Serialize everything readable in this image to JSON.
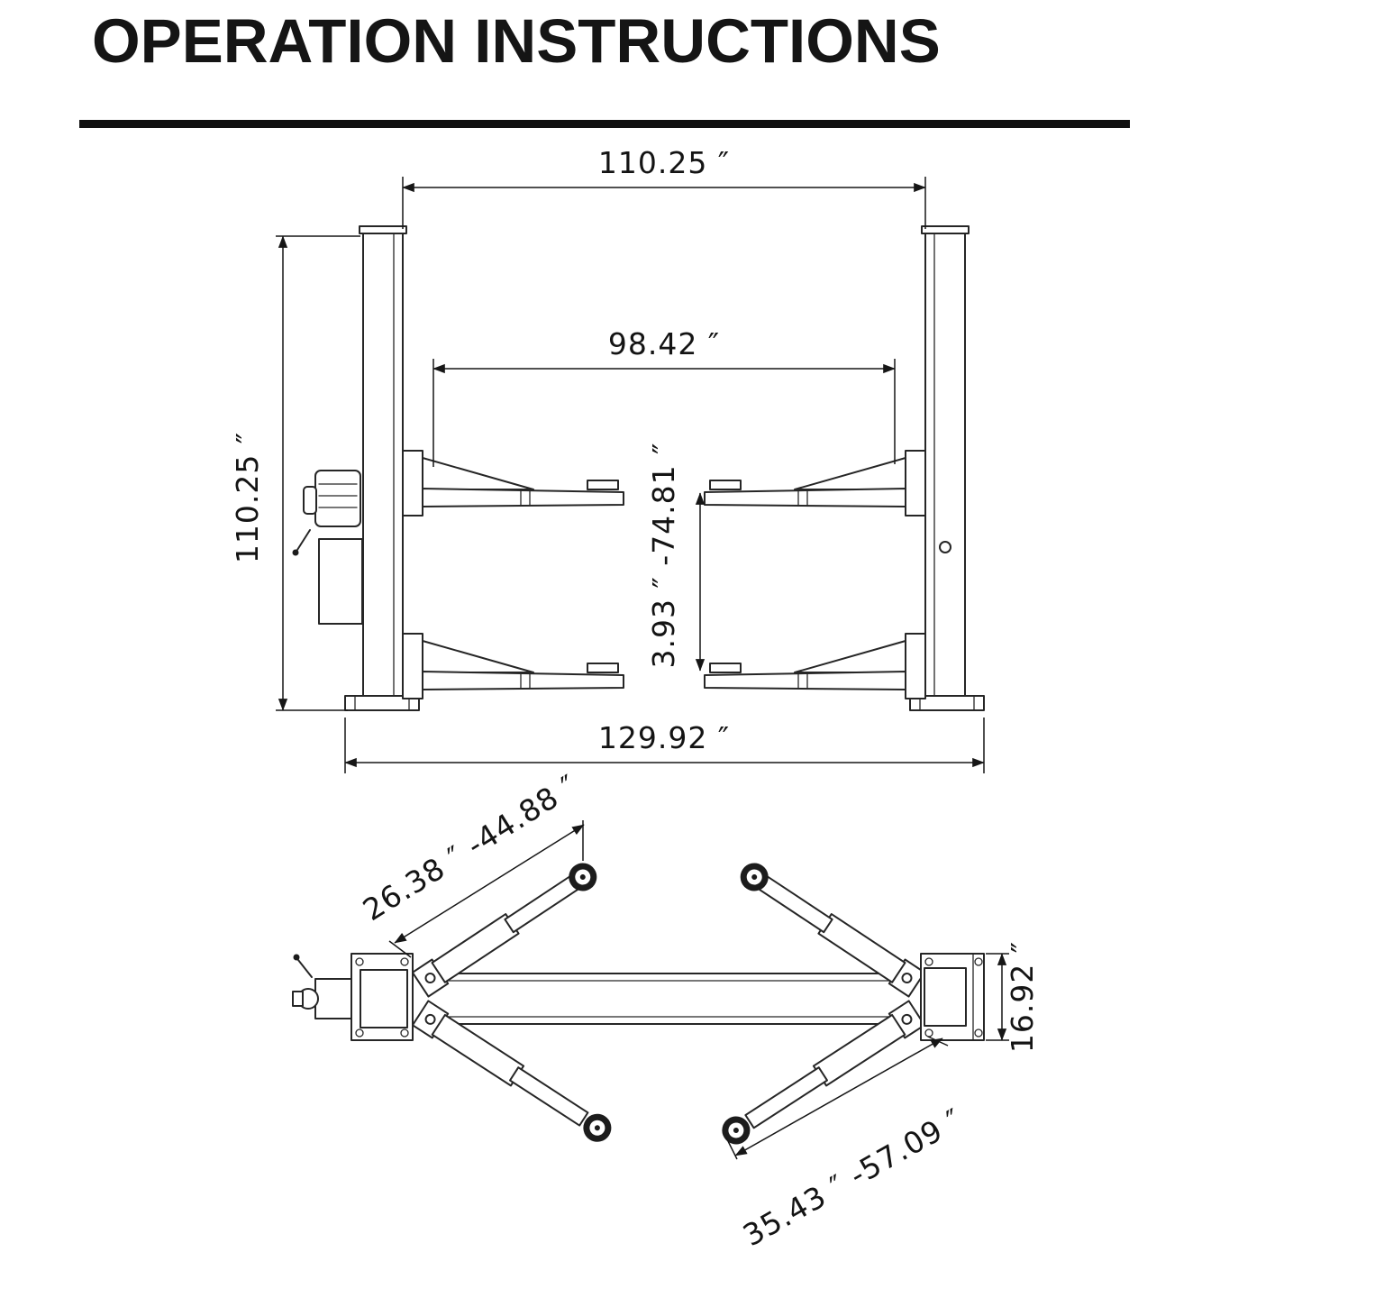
{
  "page": {
    "title": "OPERATION INSTRUCTIONS"
  },
  "front_view": {
    "dims": {
      "inner_clearance_width": "110.25 ″",
      "drive_through_width": "98.42 ″",
      "column_height": "110.25 ″",
      "pad_height_range": "3.93 ″ -74.81 ″",
      "overall_base_width": "129.92 ″"
    }
  },
  "top_view": {
    "dims": {
      "short_arm_reach_range": "26.38 ″ -44.88 ″",
      "long_arm_reach_range": "35.43 ″ -57.09 ″",
      "carriage_plate_depth": "16.92 ″"
    }
  },
  "colors": {
    "ink": "#161616",
    "line": "#262626",
    "background": "#ffffff"
  }
}
